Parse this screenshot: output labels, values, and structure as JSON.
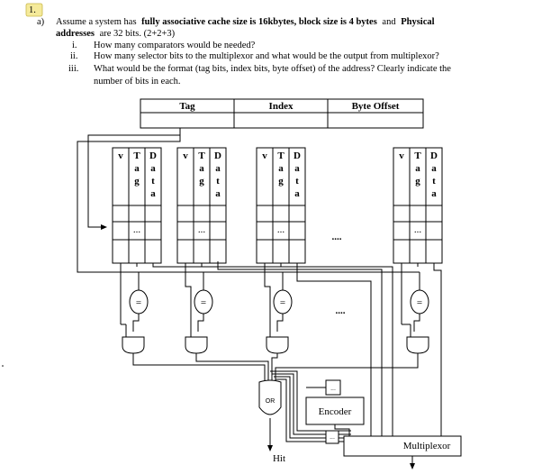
{
  "question": {
    "number": "1.",
    "part_label": "a)",
    "intro": "Assume a system has",
    "cache_phrase": "fully associative cache size is 16kbytes, block size is 4 bytes",
    "and_word": "and",
    "physical_word": "Physical",
    "addresses_word": "addresses",
    "tail": "are 32 bits. (2+2+3)",
    "items": [
      {
        "marker": "i.",
        "text": "How many comparators would be needed?"
      },
      {
        "marker": "ii.",
        "text": "How many selector bits to the multiplexor and what would be the output from multiplexor?"
      },
      {
        "marker": "iii.",
        "text": "What would be the format (tag bits, index bits, byte offset) of the address? Clearly indicate the"
      }
    ],
    "item3_cont": "number of bits in each."
  },
  "diagram": {
    "address_fields": [
      "Tag",
      "Index",
      "Byte Offset"
    ],
    "column_headers": {
      "v": "v",
      "tag": [
        "T",
        "a",
        "g"
      ],
      "data": [
        "D",
        "a",
        "t",
        "a"
      ]
    },
    "row_ellipsis": "...",
    "between_ellipsis": "....",
    "equal_sign": "=",
    "or_label": "OR",
    "encoder_label": "Encoder",
    "mux_label": "Multiplexor",
    "hit_label": "Hit"
  }
}
